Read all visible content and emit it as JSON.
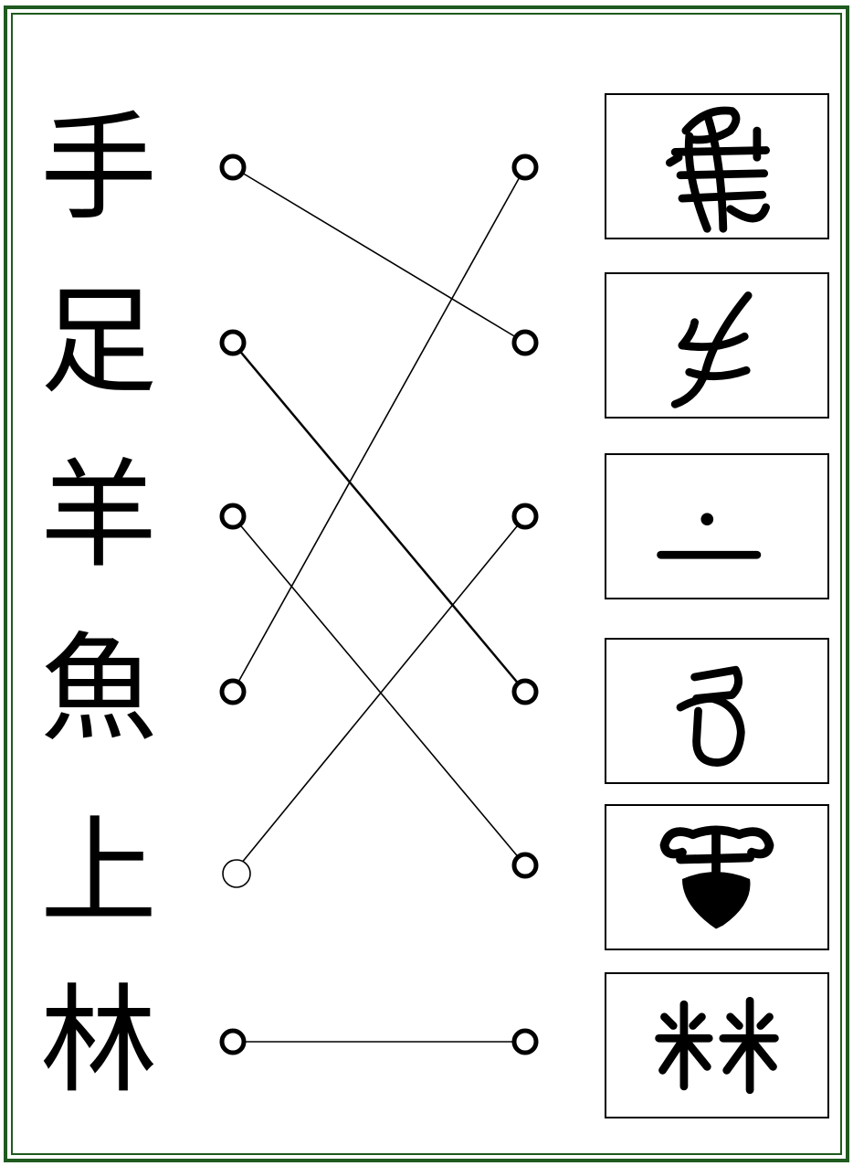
{
  "left_characters": [
    {
      "id": "shou",
      "text": "手"
    },
    {
      "id": "zu",
      "text": "足"
    },
    {
      "id": "yang",
      "text": "羊"
    },
    {
      "id": "yu",
      "text": "魚"
    },
    {
      "id": "shang",
      "text": "上"
    },
    {
      "id": "lin",
      "text": "林"
    }
  ],
  "right_glyphs": [
    {
      "id": "fish-glyph",
      "icon": "ancient-fish-glyph"
    },
    {
      "id": "hand-glyph",
      "icon": "ancient-hand-glyph"
    },
    {
      "id": "above-glyph",
      "icon": "ancient-above-glyph"
    },
    {
      "id": "foot-glyph",
      "icon": "ancient-foot-glyph"
    },
    {
      "id": "sheep-glyph",
      "icon": "ancient-sheep-glyph"
    },
    {
      "id": "forest-glyph",
      "icon": "ancient-forest-glyph"
    }
  ],
  "connections": [
    {
      "from": 0,
      "to": 1
    },
    {
      "from": 1,
      "to": 3
    },
    {
      "from": 2,
      "to": 4
    },
    {
      "from": 3,
      "to": 0
    },
    {
      "from": 4,
      "to": 2
    },
    {
      "from": 5,
      "to": 5
    }
  ],
  "colors": {
    "frame": "#1f5a1f",
    "ink": "#000000",
    "background": "#ffffff"
  }
}
